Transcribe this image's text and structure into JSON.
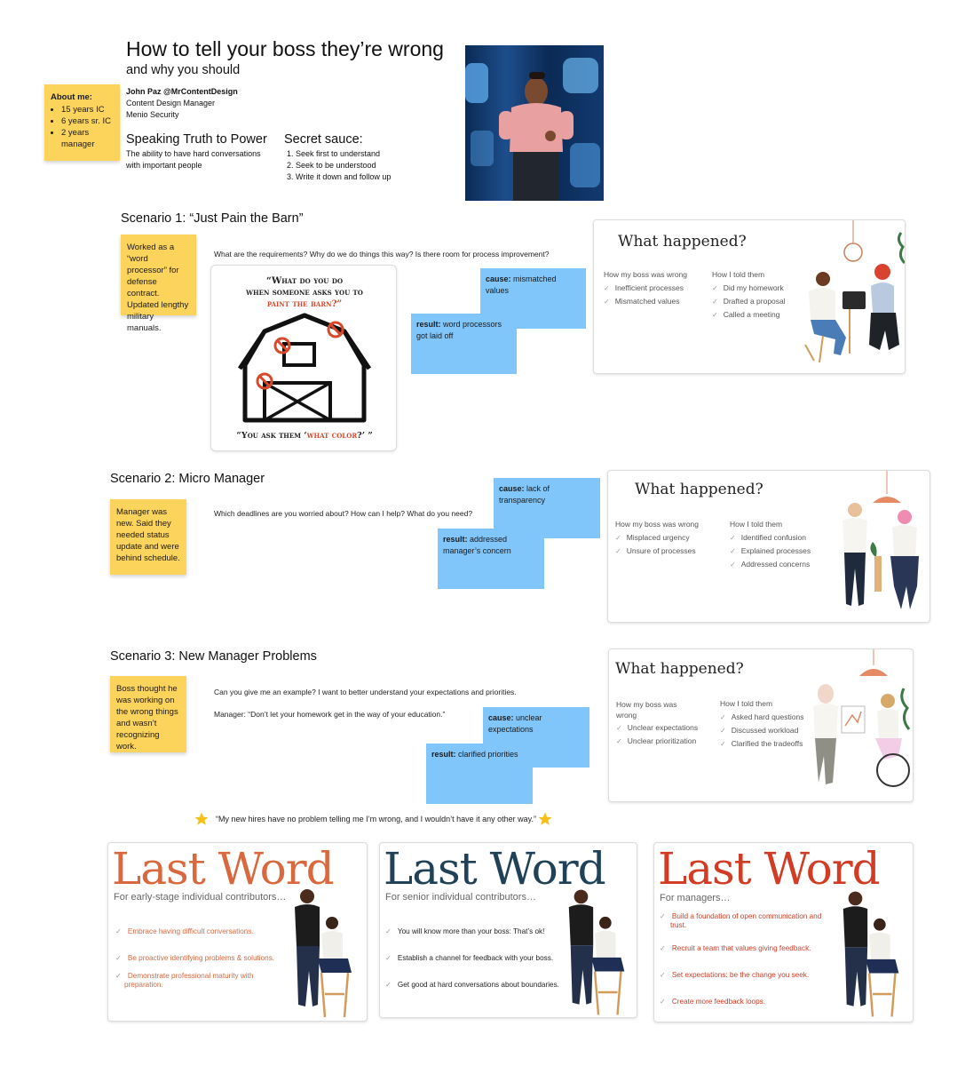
{
  "header": {
    "title": "How to tell your boss they’re wrong",
    "subtitle": "and why you should",
    "author": "John Paz @MrContentDesign",
    "role": "Content Design Manager",
    "company": "Menio Security"
  },
  "about": {
    "heading": "About me:",
    "items": [
      "15 years IC",
      "6 years sr. IC",
      "2 years manager"
    ]
  },
  "speaking": {
    "title": "Speaking Truth to Power",
    "body": "The ability to have hard conversations with important people"
  },
  "sauce": {
    "title": "Secret sauce:",
    "items": [
      "Seek first to understand",
      "Seek to be understood",
      "Write it down and follow up"
    ]
  },
  "scenario1": {
    "title": "Scenario 1: “Just Pain the Barn”",
    "note": "Worked as a “word processor” for defense contract. Updated lengthy military manuals.",
    "question": "What are the requirements? Why do we do things this way? Is there room for process improvement?",
    "barn_line1": "“What do you do",
    "barn_line2": "when someone asks you to",
    "barn_line3": "paint the barn?”",
    "barn_bottom_a": "“You ask them ‘",
    "barn_bottom_b": "what color",
    "barn_bottom_c": "?’ ”",
    "cause_label": "cause:",
    "cause_text": " mismatched values",
    "result_label": "result:",
    "result_text": " word processors got laid off",
    "what_title": "What happened?",
    "col1_head": "How my boss was wrong",
    "col1": [
      "Inefficient processes",
      "Mismatched values"
    ],
    "col2_head": "How I told them",
    "col2": [
      "Did my homework",
      "Drafted a proposal",
      "Called a meeting"
    ]
  },
  "scenario2": {
    "title": "Scenario 2: Micro Manager",
    "note": "Manager was new. Said they needed status update and were behind schedule.",
    "question": "Which deadlines are you worried about? How can I help? What do you need?",
    "cause_label": "cause:",
    "cause_text": " lack of transparency",
    "result_label": "result:",
    "result_text": " addressed manager’s concern",
    "what_title": "What happened?",
    "col1_head": "How my boss was wrong",
    "col1": [
      "Misplaced urgency",
      "Unsure of processes"
    ],
    "col2_head": "How I told them",
    "col2": [
      "Identified confusion",
      "Explained processes",
      "Addressed concerns"
    ]
  },
  "scenario3": {
    "title": "Scenario 3: New Manager Problems",
    "note": "Boss thought he was working on the wrong things and wasn’t recognizing work.",
    "question": "Can you give me an example? I want to better understand your expectations and priorities.",
    "manager_quote": "Manager: “Don’t let your homework get in the way of your education.”",
    "cause_label": "cause:",
    "cause_text": " unclear expectations",
    "result_label": "result:",
    "result_text": " clarified priorities",
    "what_title": "What happened?",
    "col1_head": "How my boss was wrong",
    "col1": [
      "Unclear expectations",
      "Unclear prioritization"
    ],
    "col2_head": "How I told them",
    "col2": [
      "Asked hard questions",
      "Discussed workload",
      "Clarified the tradeoffs"
    ]
  },
  "quote": "“My new hires have no problem telling me I’m wrong, and I wouldn’t have it any other way.”",
  "last_word": [
    {
      "title": "Last Word",
      "subtitle": "For early-stage individual contributors…",
      "color": "#d9683e",
      "items": [
        "Embrace having difficult conversations.",
        "Be proactive identifying problems & solutions.",
        "Demonstrate professional maturity with preparation."
      ]
    },
    {
      "title": "Last Word",
      "subtitle": "For senior individual contributors…",
      "color": "#1f4259",
      "items": [
        "You will know more than your boss: That’s ok!",
        "Establish a channel for feedback with your boss.",
        "Get good at hard conversations about boundaries."
      ]
    },
    {
      "title": "Last Word",
      "subtitle": "For managers…",
      "color": "#d23c24",
      "items": [
        "Build a foundation of open communication and trust.",
        "Recruit a team that values giving feedback.",
        "Set expectations: be the change you seek.",
        "Create more feedback loops."
      ]
    }
  ],
  "colors": {
    "sticky_yellow": "#fcd45c",
    "sticky_blue": "#80c6fb",
    "barn_accent": "#d9482b"
  }
}
